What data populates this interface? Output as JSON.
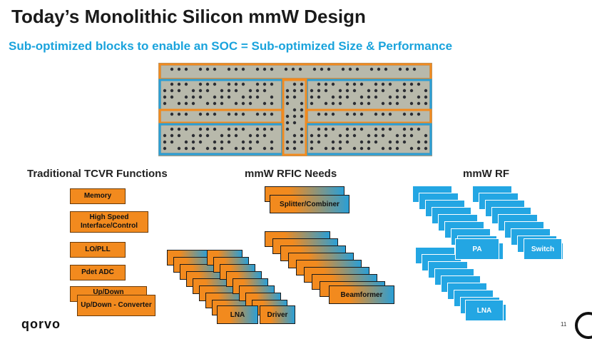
{
  "title": "Today’s Monolithic Silicon mmW Design",
  "subtitle": "Sub-optimized blocks to enable an SOC = Sub-optimized Size & Performance",
  "columns": {
    "tcvr": {
      "heading": "Traditional TCVR Functions",
      "blocks": [
        "Memory",
        "High Speed Interface/Control",
        "LO/PLL",
        "Pdet ADC",
        "Up/Down",
        "Up/Down - Converter"
      ]
    },
    "rfic": {
      "heading": "mmW RFIC Needs",
      "splitter": "Splitter/Combiner",
      "beamformer": "Beamformer",
      "lna": "LNA",
      "driver": "Driver"
    },
    "rf": {
      "heading": "mmW RF",
      "pa": "PA",
      "switch": "Switch",
      "lna": "LNA"
    }
  },
  "footer": {
    "logo": "qorvo",
    "page": "11"
  },
  "colors": {
    "orange": "#f28a1e",
    "blue": "#23a6e3",
    "subtitle": "#1aa3dc"
  }
}
